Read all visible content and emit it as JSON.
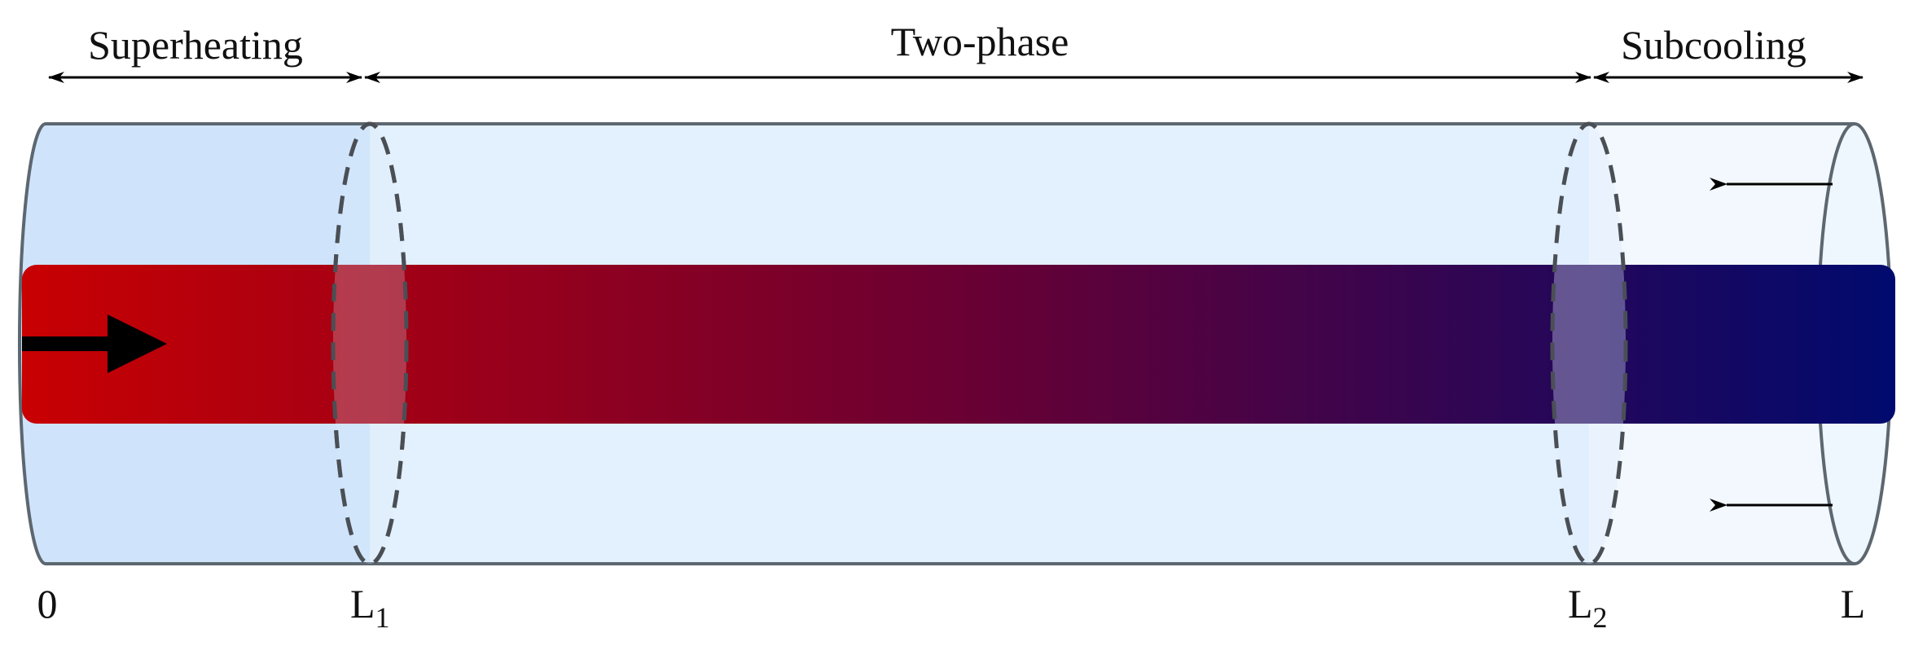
{
  "regions": {
    "superheating": "Superheating",
    "two_phase": "Two-phase",
    "subcooling": "Subcooling"
  },
  "positions": {
    "origin": "0",
    "l1_base": "L",
    "l1_sub": "1",
    "l2_base": "L",
    "l2_sub": "2",
    "end": "L"
  },
  "colors": {
    "tube_fill_superheating": "#cfe4fb",
    "tube_fill_two_phase": "#e3f0fd",
    "tube_fill_subcooling": "#f2f8fe",
    "tube_outline": "#5d6770",
    "inner_flow_start": "#c80002",
    "inner_flow_mid": "#6a0033",
    "inner_flow_end": "#000a6e",
    "arrows": "#000000"
  },
  "icons": {
    "inner_flow_arrow": "right-arrow-icon",
    "outer_flow_arrow": "left-arrow-icon"
  }
}
